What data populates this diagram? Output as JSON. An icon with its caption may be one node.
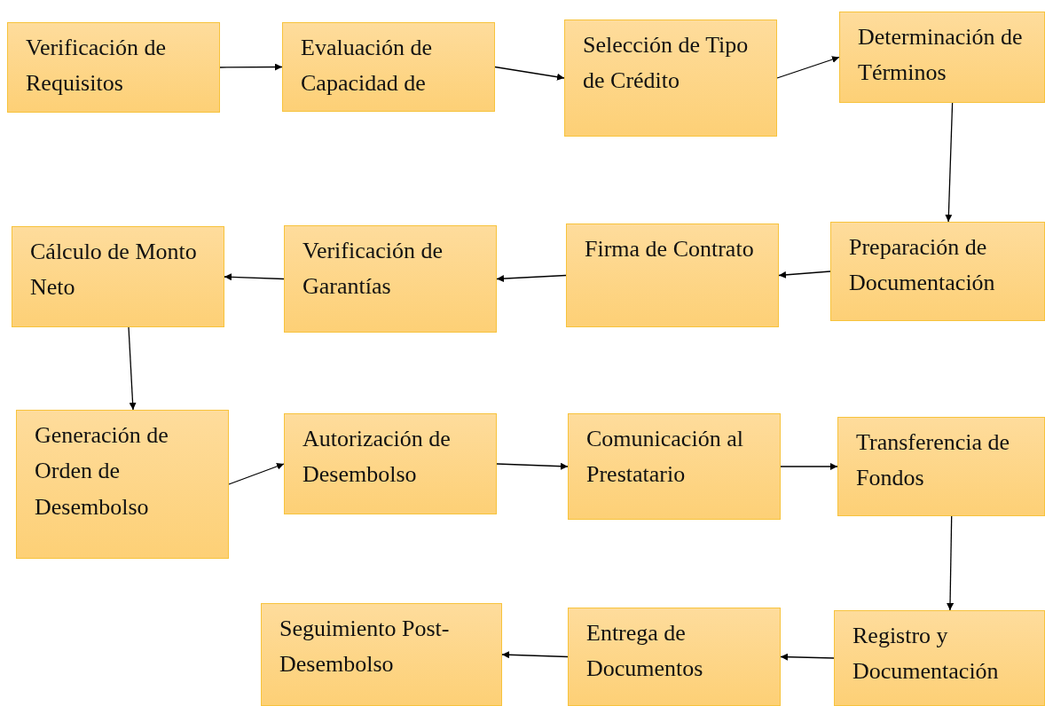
{
  "diagram": {
    "nodes": [
      {
        "text": [
          "Verificación de Requisitos"
        ]
      },
      {
        "text": [
          "Evaluación de Capacidad de"
        ]
      },
      {
        "text": [
          "Selección de Tipo de Crédito"
        ]
      },
      {
        "text": [
          "Determinación de Términos"
        ]
      },
      {
        "text": [
          "Preparación de Documentación"
        ]
      },
      {
        "text": [
          "Firma de Contrato"
        ]
      },
      {
        "text": [
          "Verificación de Garantías"
        ]
      },
      {
        "text": [
          "Cálculo de Monto Neto"
        ]
      },
      {
        "text": [
          "Generación de Orden de Desembolso"
        ]
      },
      {
        "text": [
          "Autorización de Desembolso"
        ]
      },
      {
        "text": [
          "Comunicación al Prestatario"
        ]
      },
      {
        "text": [
          "Transferencia de Fondos"
        ]
      },
      {
        "text": [
          "Registro y Documentación"
        ]
      },
      {
        "text": [
          "Entrega de Documentos"
        ]
      },
      {
        "text": [
          "Seguimiento Post-Desembolso"
        ]
      }
    ],
    "edges": [
      {
        "from": 0,
        "to": 1,
        "arrow": "to"
      },
      {
        "from": 1,
        "to": 2,
        "arrow": "to"
      },
      {
        "from": 2,
        "to": 3,
        "arrow": "to"
      },
      {
        "from": 3,
        "to": 4,
        "arrow": "to"
      },
      {
        "from": 4,
        "to": 5,
        "arrow": "to"
      },
      {
        "from": 5,
        "to": 6,
        "arrow": "to"
      },
      {
        "from": 6,
        "to": 7,
        "arrow": "to"
      },
      {
        "from": 7,
        "to": 8,
        "arrow": "to"
      },
      {
        "from": 8,
        "to": 9,
        "arrow": "to"
      },
      {
        "from": 9,
        "to": 10,
        "arrow": "to"
      },
      {
        "from": 10,
        "to": 11,
        "arrow": "to"
      },
      {
        "from": 11,
        "to": 12,
        "arrow": "to"
      },
      {
        "from": 12,
        "to": 13,
        "arrow": "to"
      },
      {
        "from": 13,
        "to": 14,
        "arrow": "to"
      }
    ]
  }
}
